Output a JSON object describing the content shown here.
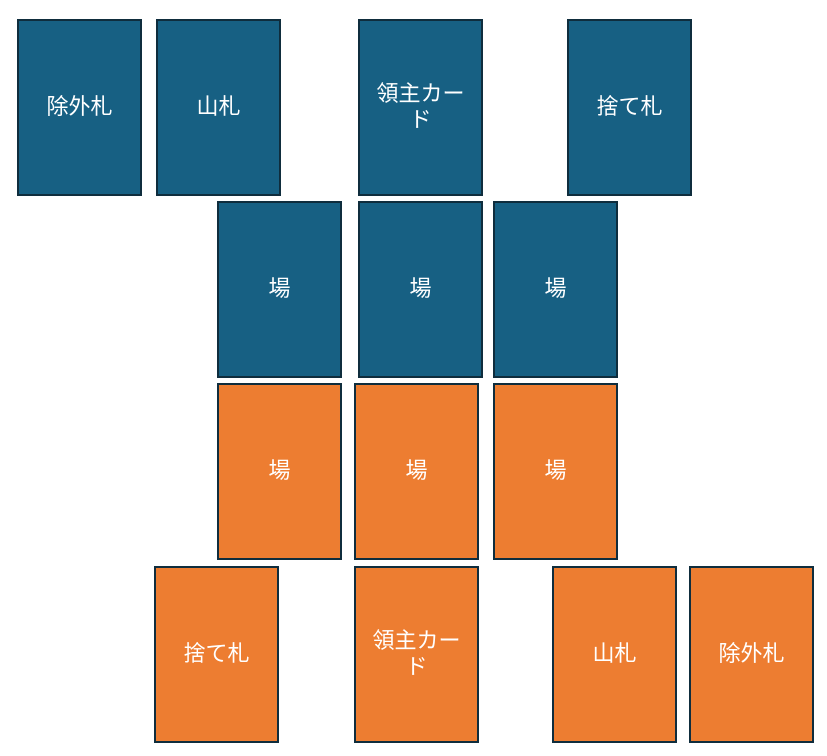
{
  "colors": {
    "opponent": "#176083",
    "player": "#ed7d31",
    "border": "#0f2d3d"
  },
  "opponent": {
    "exile": "除外札",
    "deck": "山札",
    "lord": "領主カード",
    "discard": "捨て札",
    "field": [
      "場",
      "場",
      "場"
    ]
  },
  "player": {
    "field": [
      "場",
      "場",
      "場"
    ],
    "discard": "捨て札",
    "lord": "領主カード",
    "deck": "山札",
    "exile": "除外札"
  }
}
